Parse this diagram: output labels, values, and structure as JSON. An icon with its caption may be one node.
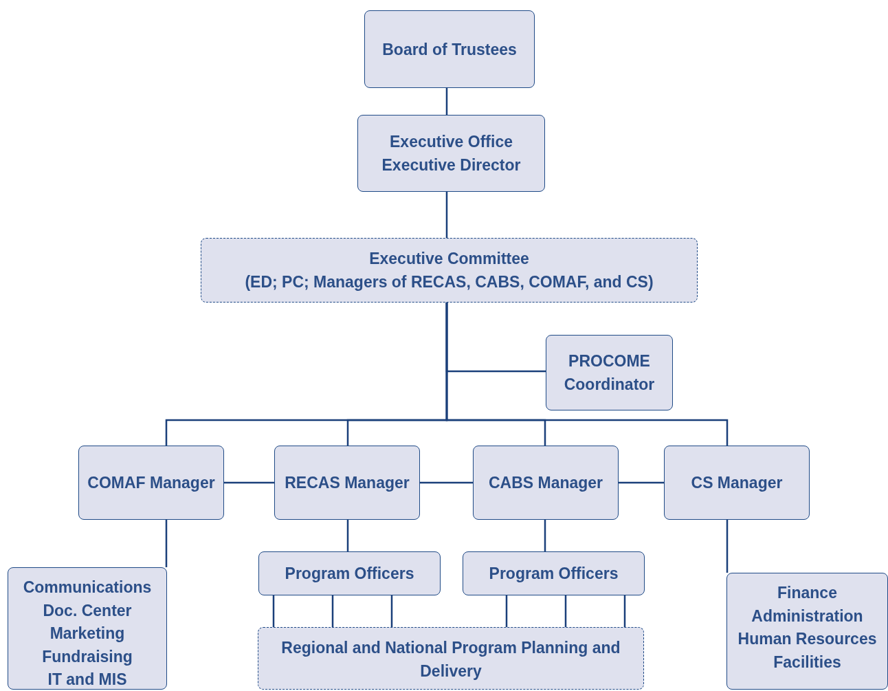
{
  "diagram": {
    "nodes": [
      {
        "text": [
          "Board of Trustees"
        ]
      },
      {
        "text": [
          "Executive Office",
          "Executive Director"
        ]
      },
      {
        "text": [
          "Executive Committee",
          "(ED; PC; Managers of RECAS, CABS, COMAF, and CS)"
        ]
      },
      {
        "text": [
          "PROCOME Coordinator"
        ]
      },
      {
        "text": [
          "COMAF Manager"
        ]
      },
      {
        "text": [
          "RECAS Manager"
        ]
      },
      {
        "text": [
          "CABS Manager"
        ]
      },
      {
        "text": [
          "CS Manager"
        ]
      },
      {
        "text": [
          "Communications",
          "Doc. Center",
          "Marketing",
          "Fundraising",
          "IT and MIS"
        ]
      },
      {
        "text": [
          "Program Officers"
        ]
      },
      {
        "text": [
          "Program Officers"
        ]
      },
      {
        "text": [
          "Finance",
          "Administration",
          "Human Resources",
          "Facilities"
        ]
      },
      {
        "text": [
          "Regional and National Program Planning and Delivery"
        ]
      }
    ],
    "edges": [
      {
        "from": 0,
        "to": 1,
        "arrow": "none"
      },
      {
        "from": 1,
        "to": 2,
        "arrow": "none"
      },
      {
        "from": 2,
        "to": 3,
        "arrow": "none"
      },
      {
        "from": 2,
        "to": 4,
        "arrow": "none"
      },
      {
        "from": 2,
        "to": 5,
        "arrow": "none"
      },
      {
        "from": 2,
        "to": 6,
        "arrow": "none"
      },
      {
        "from": 2,
        "to": 7,
        "arrow": "none"
      },
      {
        "from": 4,
        "to": 5,
        "arrow": "none"
      },
      {
        "from": 5,
        "to": 6,
        "arrow": "none"
      },
      {
        "from": 6,
        "to": 7,
        "arrow": "none"
      },
      {
        "from": 4,
        "to": 8,
        "arrow": "none"
      },
      {
        "from": 5,
        "to": 9,
        "arrow": "none"
      },
      {
        "from": 6,
        "to": 10,
        "arrow": "none"
      },
      {
        "from": 7,
        "to": 11,
        "arrow": "none"
      },
      {
        "from": 9,
        "to": 12,
        "arrow": "none"
      },
      {
        "from": 9,
        "to": 12,
        "arrow": "none"
      },
      {
        "from": 9,
        "to": 12,
        "arrow": "none"
      },
      {
        "from": 10,
        "to": 12,
        "arrow": "none"
      },
      {
        "from": 10,
        "to": 12,
        "arrow": "none"
      },
      {
        "from": 10,
        "to": 12,
        "arrow": "none"
      }
    ]
  }
}
